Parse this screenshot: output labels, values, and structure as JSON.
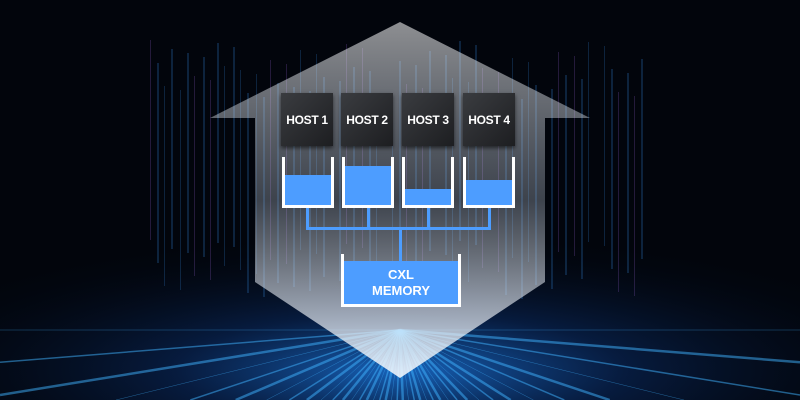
{
  "hosts": [
    {
      "label": "HOST 1",
      "fill_fraction": 0.62
    },
    {
      "label": "HOST 2",
      "fill_fraction": 0.82
    },
    {
      "label": "HOST 3",
      "fill_fraction": 0.34
    },
    {
      "label": "HOST 4",
      "fill_fraction": 0.52
    }
  ],
  "cxl": {
    "line1": "CXL",
    "line2": "MEMORY",
    "fill_fraction": 0.88
  },
  "colors": {
    "accent": "#4d9dff",
    "background": "#02050c"
  }
}
